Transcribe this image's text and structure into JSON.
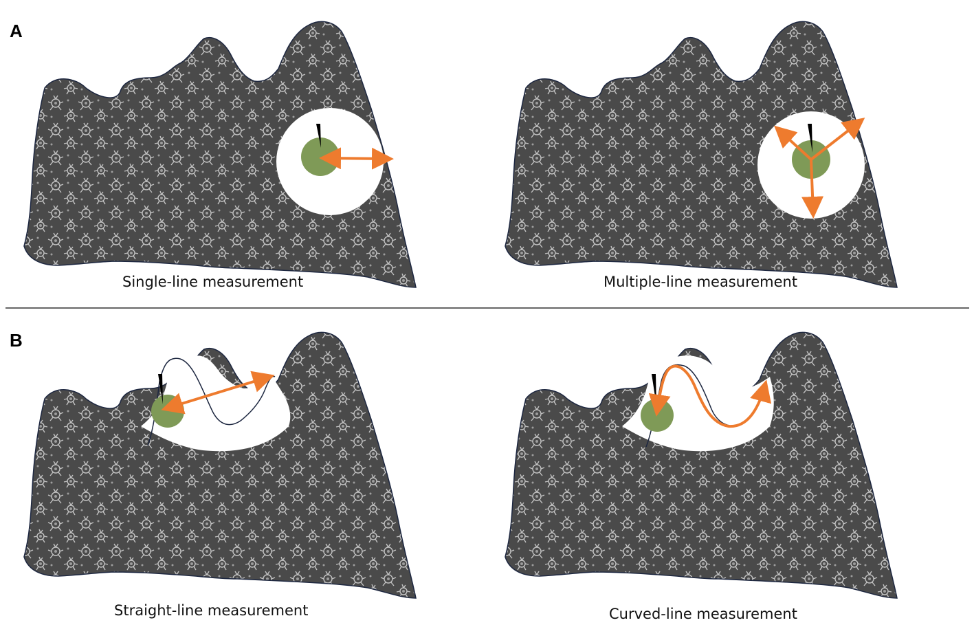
{
  "panels": [
    {
      "letter": "A",
      "subfigures": [
        {
          "caption": "Single-line measurement"
        },
        {
          "caption": "Multiple-line measurement"
        }
      ]
    },
    {
      "letter": "B",
      "subfigures": [
        {
          "caption": "Straight-line measurement"
        },
        {
          "caption": "Curved-line measurement"
        }
      ]
    }
  ],
  "colors": {
    "arrow": "#ee7b2e",
    "point": "#7f9a57",
    "marker": "#000000",
    "outline": "#1d2740",
    "texture": "#3a3a3a",
    "divider": "#333333"
  }
}
